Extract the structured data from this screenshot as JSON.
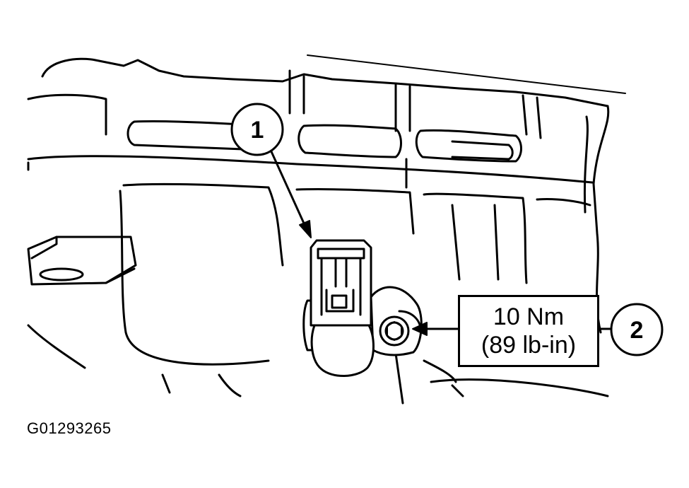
{
  "callouts": [
    {
      "number": "1"
    },
    {
      "number": "2"
    }
  ],
  "torque": {
    "metric": "10 Nm",
    "imperial": "(89 lb-in)"
  },
  "figure_id": "G01293265",
  "colors": {
    "ink": "#000000",
    "paper": "#ffffff"
  }
}
